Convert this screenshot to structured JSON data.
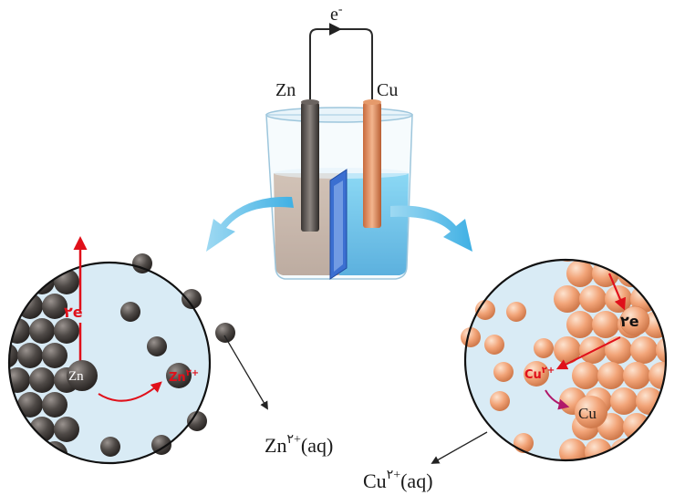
{
  "electron_label": "e",
  "electron_sup": "-",
  "electrodes": {
    "anode": "Zn",
    "cathode": "Cu"
  },
  "left_zoom": {
    "electrons": "۲e",
    "metal_atom": "Zn",
    "ion_label": "Zn",
    "ion_charge": "۲+",
    "solution_label_base": "Zn",
    "solution_label_charge": "۲+",
    "solution_label_state": "(aq)"
  },
  "right_zoom": {
    "electrons": "۲e",
    "ion_label": "Cu",
    "ion_charge": "۲+",
    "metal_atom": "Cu",
    "solution_label_base": "Cu",
    "solution_label_charge": "۲+",
    "solution_label_state": "(aq)"
  },
  "colors": {
    "zinc_particle": "#4f4a47",
    "copper_particle": "#f2a478",
    "ion_highlight": "#e0101a",
    "solution_blue": "#1aa6e6",
    "zoom_background": "#d9ebf5",
    "arrow_blue": "#5cbfe8"
  }
}
